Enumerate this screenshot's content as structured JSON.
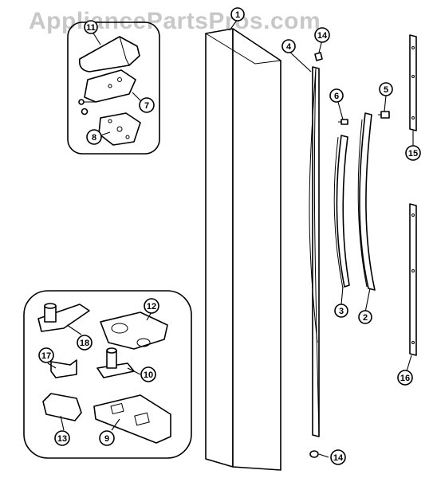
{
  "watermark": "AppliancePartsPros.com",
  "callouts": [
    "1",
    "2",
    "3",
    "4",
    "5",
    "6",
    "7",
    "8",
    "9",
    "10",
    "11",
    "12",
    "13",
    "14",
    "15",
    "16",
    "17",
    "18"
  ],
  "colors": {
    "line": "#000000",
    "background": "#ffffff",
    "watermark": "#c8c8c8"
  }
}
